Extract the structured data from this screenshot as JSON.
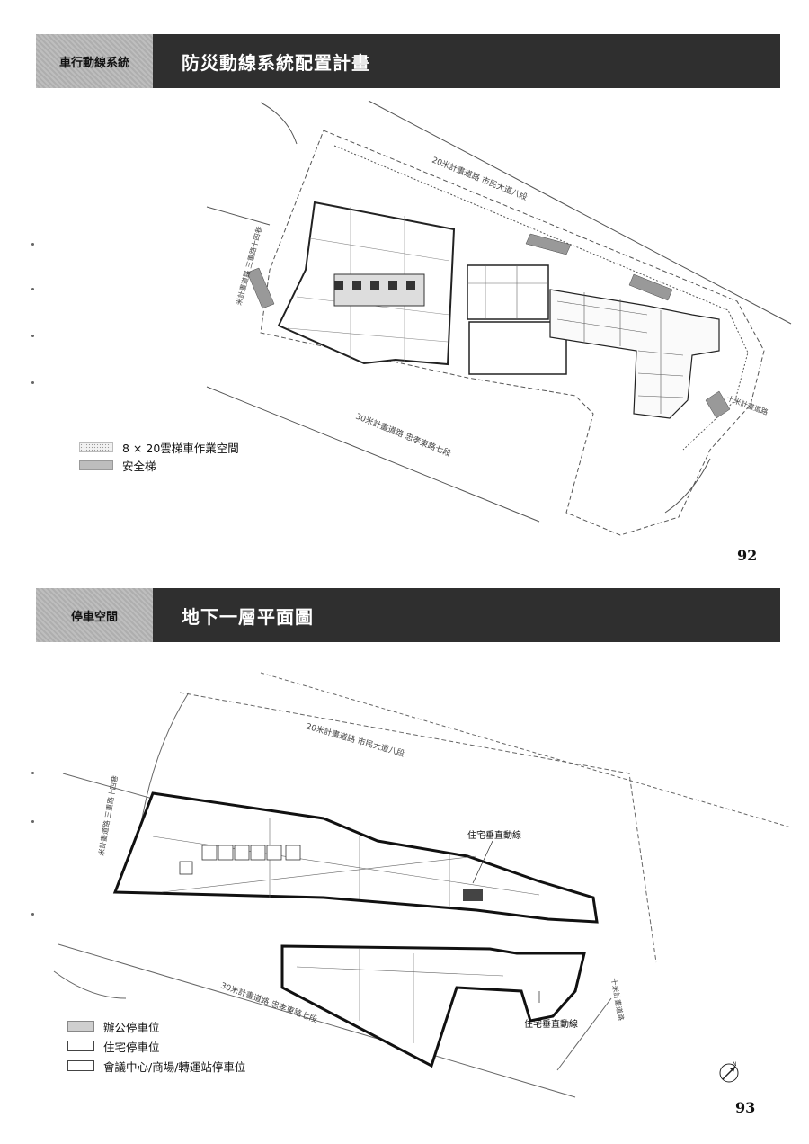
{
  "sections": [
    {
      "tag": "車行動線系統",
      "title": "防災動線系統配置計畫",
      "roads": {
        "top": "20米計畫道路  市民大道八段",
        "left": "米計畫道路 三重路十四巷",
        "bottom": "30米計畫道路  忠孝東路七段",
        "right": "十米計畫道路"
      },
      "legend": [
        {
          "swatch": "dots",
          "label": "8 × 20雲梯車作業空間"
        },
        {
          "swatch": "gray",
          "label": "安全梯"
        }
      ],
      "page_number": "92"
    },
    {
      "tag": "停車空間",
      "title": "地下一層平面圖",
      "roads": {
        "top": "20米計畫道路  市民大道八段",
        "left": "米計畫道路 三重路十四巷",
        "bottom": "30米計畫道路  忠孝東路七段",
        "right": "十米計畫道路"
      },
      "annotations": [
        "住宅垂直動線",
        "住宅垂直動線"
      ],
      "legend": [
        {
          "swatch": "office",
          "label": "辦公停車位"
        },
        {
          "swatch": "res",
          "label": "住宅停車位"
        },
        {
          "swatch": "res",
          "label": "會議中心/商場/轉運站停車位"
        }
      ],
      "compass": "N",
      "page_number": "93"
    }
  ]
}
